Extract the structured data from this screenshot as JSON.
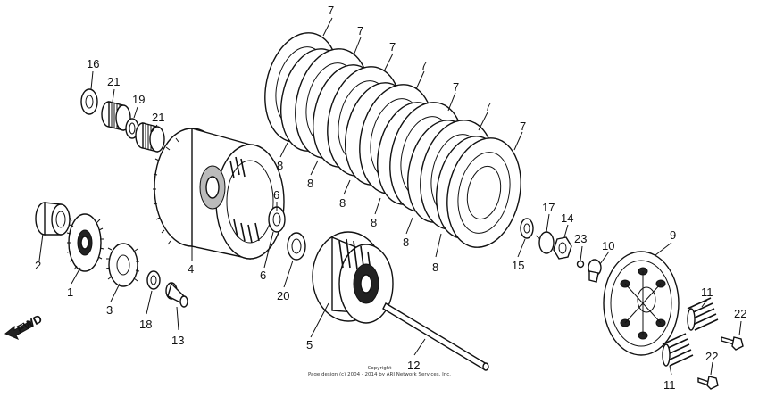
{
  "callouts": {
    "c1": "1",
    "c2": "2",
    "c3": "3",
    "c4": "4",
    "c5": "5",
    "c6a": "6",
    "c6b": "6",
    "c7": [
      "7",
      "7",
      "7",
      "7",
      "7",
      "7",
      "7"
    ],
    "c8": [
      "8",
      "8",
      "8",
      "8",
      "8",
      "8"
    ],
    "c9": "9",
    "c10": "10",
    "c11a": "11",
    "c11b": "11",
    "c12": "12",
    "c13": "13",
    "c14": "14",
    "c15": "15",
    "c16": "16",
    "c17": "17",
    "c18": "18",
    "c19": "19",
    "c20": "20",
    "c21a": "21",
    "c21b": "21",
    "c22a": "22",
    "c22b": "22",
    "c23": "23"
  },
  "fwd_label": "FWD",
  "footer": {
    "line1": "Copyright",
    "line2": "Page design (c) 2004 - 2014 by ARI Network Services, Inc."
  },
  "colors": {
    "ink": "#111111",
    "background": "#ffffff"
  }
}
